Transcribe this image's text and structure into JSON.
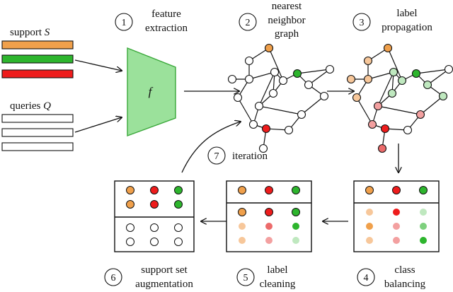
{
  "colors": {
    "orange": "#f0a04b",
    "green": "#2db52d",
    "red": "#ee1c1c",
    "white": "#ffffff",
    "funnel_fill": "#9be19b",
    "funnel_stroke": "#3aa83a",
    "light_orange": "#f7c79a",
    "light_red": "#f3a0a0",
    "light_green": "#bfe8bf",
    "mid_red": "#ec6b6b",
    "mid_green": "#7ed07e"
  },
  "inputs": {
    "support_label": "support",
    "support_symbol": "S",
    "queries_label": "queries",
    "queries_symbol": "Q"
  },
  "funnel_label": "f",
  "steps": [
    {
      "num": "1",
      "lines": [
        "feature",
        "extraction"
      ]
    },
    {
      "num": "2",
      "lines": [
        "nearest",
        "neighbor",
        "graph"
      ]
    },
    {
      "num": "3",
      "lines": [
        "label",
        "propagation"
      ]
    },
    {
      "num": "4",
      "lines": [
        "class",
        "balancing"
      ]
    },
    {
      "num": "5",
      "lines": [
        "label",
        "cleaning"
      ]
    },
    {
      "num": "6",
      "lines": [
        "support set",
        "augmentation"
      ]
    },
    {
      "num": "7",
      "lines": [
        "iteration"
      ]
    }
  ]
}
